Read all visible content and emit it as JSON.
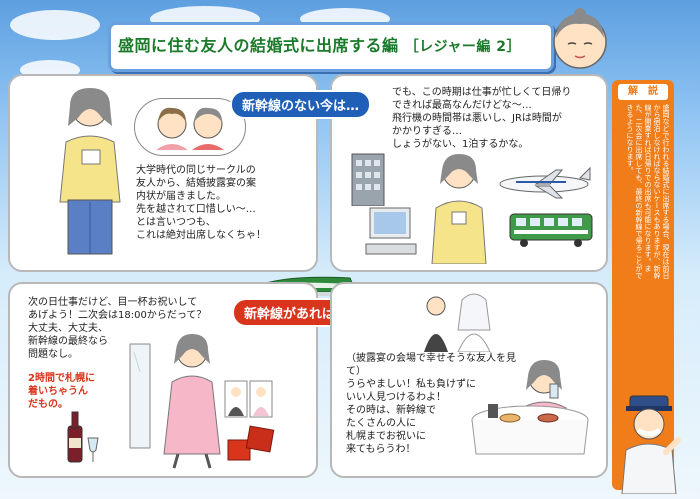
{
  "header": {
    "title": "盛岡に住む友人の結婚式に出席する編",
    "subtitle": "［レジャー編 2］"
  },
  "panel1": {
    "text": "大学時代の同じサークルの\n友人から、結婚披露宴の案\n内状が届きました。\n先を越されて口惜しい～…\nとは言いつつも、\nこれは絶対出席しなくちゃ！"
  },
  "panel2": {
    "label": "新幹線のない今は…",
    "text": "でも、この時期は仕事が忙しくて日帰り\nできれば最高なんだけどな～…\n飛行機の時間帯は悪いし、JRは時間が\nかかりすぎる…\nしょうがない、1泊するかな。"
  },
  "panel3": {
    "label": "新幹線があれば！…",
    "text_black": "次の日仕事だけど、目一杯お祝いして\nあげよう！二次会は18:00からだって？\n大丈夫、大丈夫、\n新幹線の最終なら\n問題なし。",
    "text_red": "2時間で札幌に\n着いちゃうん\nだもの。"
  },
  "panel4": {
    "text": "（披露宴の会場で幸せそうな友人を見て）\nうらやましい！私も負けずに\nいい人見つけるわよ！\nその時は、新幹線で\nたくさんの人に\n札幌までお祝いに\n来てもらうわ！"
  },
  "sidebar": {
    "title": "解　説",
    "text": "盛岡などで行われる結婚式に出席する場合、現在は前日から宿泊しなければならないケースもありますが、新幹線が開業すれば日帰りでの出席も可能になります。また、二次会に出席しても、最終の新幹線で帰ることができるようになります。"
  },
  "colors": {
    "title_green": "#1a7a2a",
    "label_blue": "#1f5fb8",
    "label_red": "#d9341c",
    "arrow_orange": "#f07d1a",
    "sidebar_orange": "#f07d1a"
  }
}
